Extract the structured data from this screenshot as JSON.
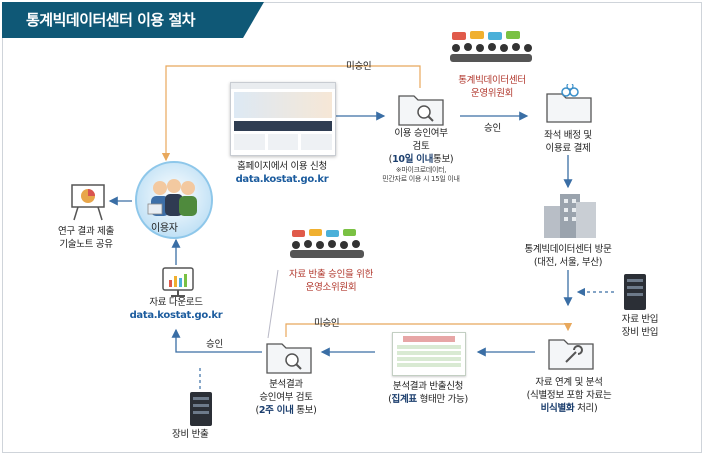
{
  "title": "통계빅데이터센터 이용 절차",
  "nodes": {
    "user": "이용자",
    "research": {
      "line1": "연구 결과 제출",
      "line2": "기술노트 공유"
    },
    "homepage": {
      "line1": "홈페이지에서 이용 신청",
      "url": "data.kostat.go.kr"
    },
    "review": {
      "line1": "이용 승인여부",
      "line2": "검토",
      "deadline_bold": "10일 이내",
      "deadline_rest": "통보)",
      "note1": "※마이크로데이터,",
      "note2": "민간자료 이용 시 15일 이내"
    },
    "committee": {
      "line1": "통계빅데이터센터",
      "line2": "운영위원회"
    },
    "seat": {
      "line1": "좌석 배정 및",
      "line2": "이용료 결제"
    },
    "visit": {
      "line1": "통계빅데이터센터 방문",
      "line2": "(대전, 서울, 부산)"
    },
    "equip_in": {
      "line1": "자료 반입",
      "line2": "장비 반입"
    },
    "analysis": {
      "line1": "자료 연계 및 분석",
      "line2": "(식별정보 포함 자료는",
      "bold": "비식별화",
      "rest": " 처리)"
    },
    "export_req": {
      "line1": "분석결과 반출신청",
      "bold": "집계표",
      "rest": " 형태만 가능)"
    },
    "subcommittee": {
      "line1": "자료 반출 승인을 위한",
      "line2": "운영소위원회"
    },
    "result_review": {
      "line1": "분석결과",
      "line2": "승인여부 검토",
      "bold": "2주 이내",
      "rest": " 통보)"
    },
    "equip_out": "장비 반출",
    "download": {
      "line1": "자료 다운로드",
      "url": "data.kostat.go.kr"
    }
  },
  "edges": {
    "reject_top": "미승인",
    "approve_top": "승인",
    "reject_bottom": "미승인",
    "approve_bottom": "승인"
  },
  "colors": {
    "flow": "#3a6ea5",
    "reject": "#e8a85c",
    "title_bg": "#0f5876",
    "accent_red": "#b23a2f",
    "url_blue": "#1c5c9e"
  }
}
